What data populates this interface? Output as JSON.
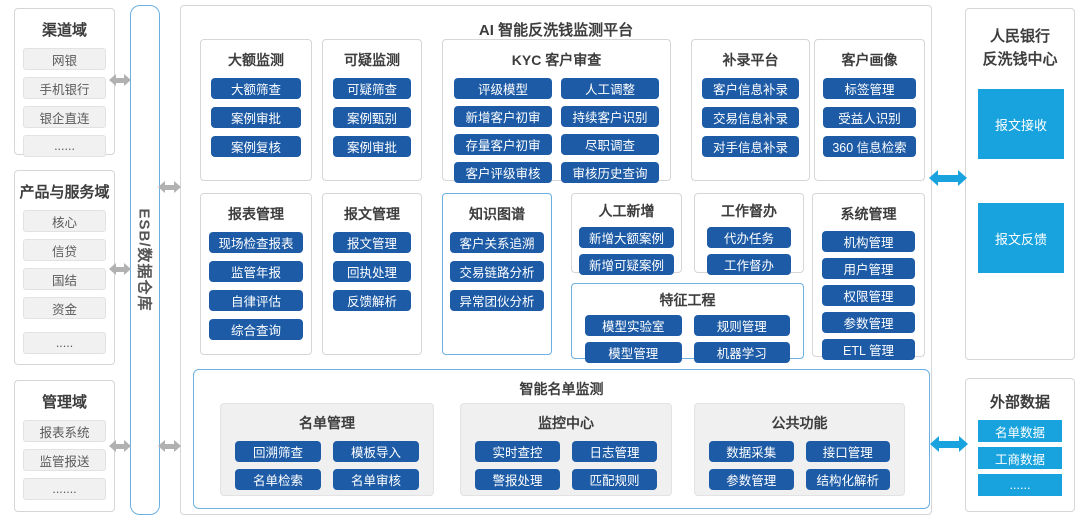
{
  "colors": {
    "accent_blue": "#1d5ba6",
    "cyan": "#18a3de",
    "border_blue": "#6cb0e2",
    "border_gray": "#d6d6d6",
    "arrow_gray": "#b1b1b1"
  },
  "left": {
    "channel": {
      "title": "渠道域",
      "items": [
        "网银",
        "手机银行",
        "银企直连",
        "......"
      ]
    },
    "product": {
      "title": "产品与服务域",
      "items": [
        "核心",
        "信贷",
        "国结",
        "资金",
        "....."
      ]
    },
    "management": {
      "title": "管理域",
      "items": [
        "报表系统",
        "监管报送",
        "......."
      ]
    }
  },
  "esb": {
    "label": "ESB/数据仓库"
  },
  "platform": {
    "title": "AI 智能反洗钱监测平台",
    "large_monitor": {
      "title": "大额监测",
      "buttons": [
        "大额筛查",
        "案例审批",
        "案例复核"
      ]
    },
    "suspicious_monitor": {
      "title": "可疑监测",
      "buttons": [
        "可疑筛查",
        "案例甄别",
        "案例审批"
      ]
    },
    "kyc": {
      "title": "KYC 客户审查",
      "buttons": [
        "评级模型",
        "人工调整",
        "新增客户初审",
        "持续客户识别",
        "存量客户初审",
        "尽职调查",
        "客户评级审核",
        "审核历史查询"
      ]
    },
    "supplement": {
      "title": "补录平台",
      "buttons": [
        "客户信息补录",
        "交易信息补录",
        "对手信息补录"
      ]
    },
    "customer_profile": {
      "title": "客户画像",
      "buttons": [
        "标签管理",
        "受益人识别",
        "360 信息检索"
      ]
    },
    "report_mgmt": {
      "title": "报表管理",
      "buttons": [
        "现场检查报表",
        "监管年报",
        "自律评估",
        "综合查询"
      ]
    },
    "message_mgmt": {
      "title": "报文管理",
      "buttons": [
        "报文管理",
        "回执处理",
        "反馈解析"
      ]
    },
    "knowledge_graph": {
      "title": "知识图谱",
      "buttons": [
        "客户关系追溯",
        "交易链路分析",
        "异常团伙分析"
      ]
    },
    "manual_add": {
      "title": "人工新增",
      "buttons": [
        "新增大额案例",
        "新增可疑案例"
      ]
    },
    "work_supervision": {
      "title": "工作督办",
      "buttons": [
        "代办任务",
        "工作督办"
      ]
    },
    "system_mgmt": {
      "title": "系统管理",
      "buttons": [
        "机构管理",
        "用户管理",
        "权限管理",
        "参数管理",
        "ETL 管理"
      ]
    },
    "feature_engineering": {
      "title": "特征工程",
      "buttons": [
        "模型实验室",
        "规则管理",
        "模型管理",
        "机器学习"
      ]
    },
    "smart_list": {
      "title": "智能名单监测",
      "list_mgmt": {
        "title": "名单管理",
        "buttons": [
          "回溯筛查",
          "模板导入",
          "名单检索",
          "名单审核"
        ]
      },
      "monitor_center": {
        "title": "监控中心",
        "buttons": [
          "实时查控",
          "日志管理",
          "警报处理",
          "匹配规则"
        ]
      },
      "common_functions": {
        "title": "公共功能",
        "buttons": [
          "数据采集",
          "接口管理",
          "参数管理",
          "结构化解析"
        ]
      }
    }
  },
  "right": {
    "pboc": {
      "title_line1": "人民银行",
      "title_line2": "反洗钱中心",
      "items": [
        "报文接收",
        "报文反馈"
      ]
    },
    "external": {
      "title": "外部数据",
      "items": [
        "名单数据",
        "工商数据",
        "......"
      ]
    }
  }
}
